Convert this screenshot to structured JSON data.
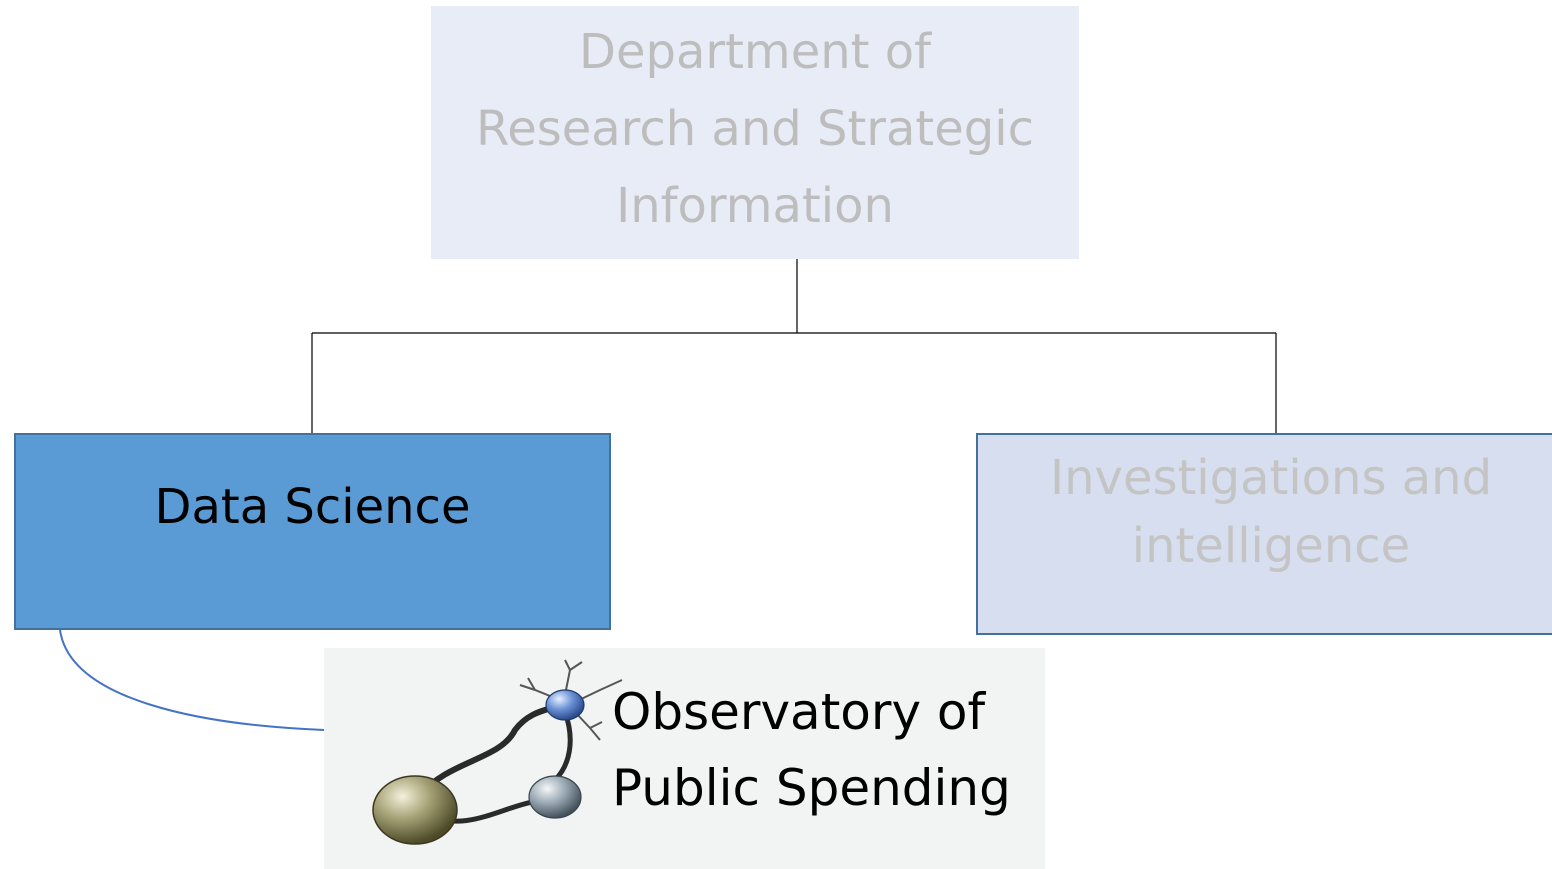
{
  "diagram": {
    "root": {
      "line1": "Department of",
      "line2": "Research and Strategic",
      "line3": "Information"
    },
    "data_science": {
      "label": "Data Science"
    },
    "investigations": {
      "line1": "Investigations and",
      "line2": "intelligence"
    },
    "observatory": {
      "line1": "Observatory of",
      "line2": "Public Spending",
      "logo_icon": "network-nodes-logo-icon"
    },
    "colors": {
      "root_fill": "#e8ecf6",
      "data_science_fill": "#5b9bd5",
      "investigations_fill": "#d6deef",
      "observatory_fill": "#f2f3f3",
      "border": "#41719c",
      "connector": "#000000",
      "curve": "#4472c4",
      "faded_text": "#bdbdbd"
    }
  }
}
